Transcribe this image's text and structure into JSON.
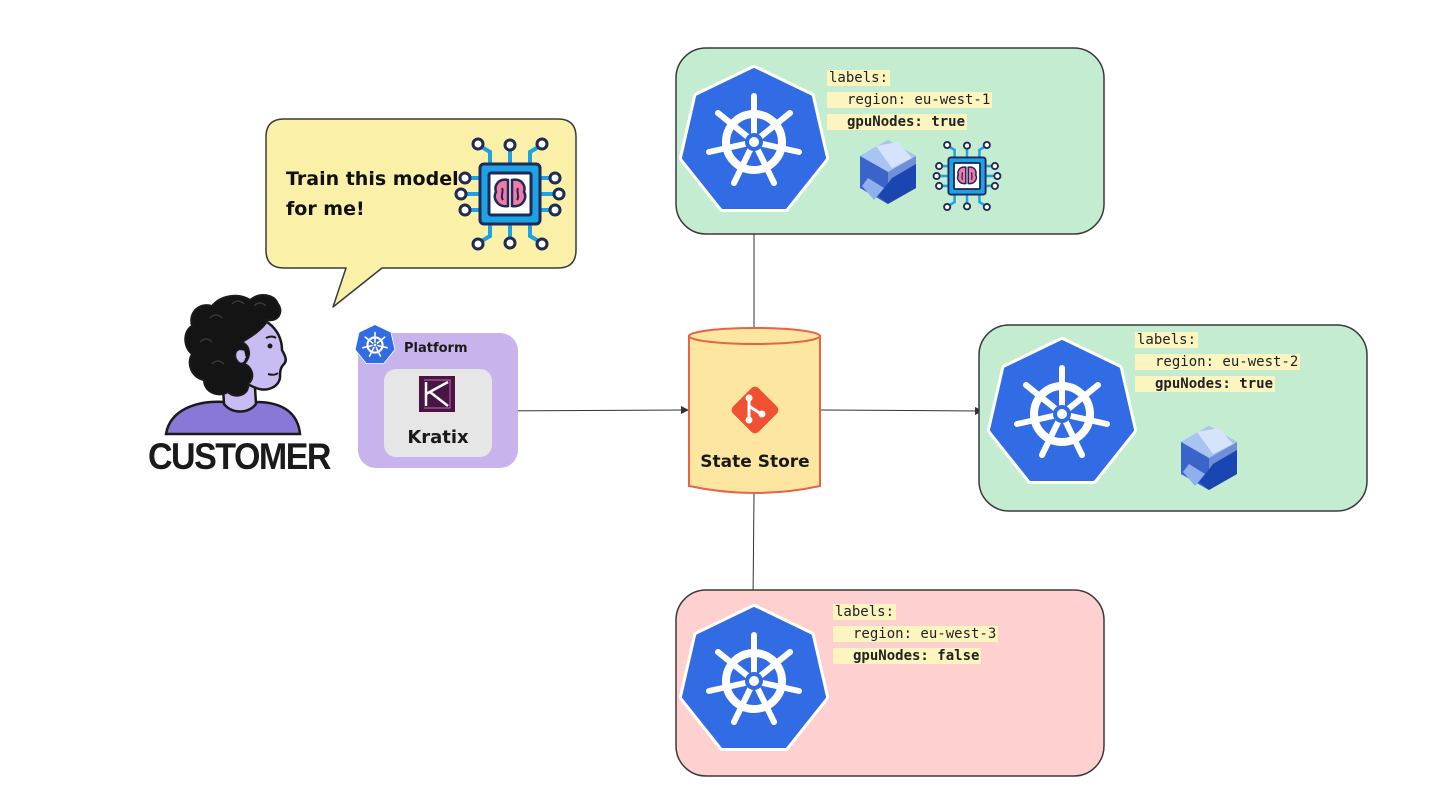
{
  "speech_bubble": {
    "lines": [
      "Train this model",
      "for me!"
    ]
  },
  "customer": {
    "label": "CUSTOMER"
  },
  "platform": {
    "label": "Platform",
    "tool_label": "Kratix"
  },
  "state_store": {
    "label": "State Store"
  },
  "clusters": [
    {
      "status": "match",
      "color": "#c4ecd0",
      "labels_key": "labels:",
      "region": "region: eu-west-1",
      "gpu_key": "gpuNodes:",
      "gpu_value": "true",
      "icons": [
        "kubernetes-icon",
        "kratix-cube-icon",
        "ai-chip-icon"
      ]
    },
    {
      "status": "match",
      "color": "#c4ecd0",
      "labels_key": "labels:",
      "region": "region: eu-west-2",
      "gpu_key": "gpuNodes:",
      "gpu_value": "true",
      "icons": [
        "kubernetes-icon",
        "kratix-cube-icon"
      ]
    },
    {
      "status": "no-match",
      "color": "#ffd0d0",
      "labels_key": "labels:",
      "region": "region: eu-west-3",
      "gpu_key": "gpuNodes:",
      "gpu_value": "false",
      "icons": [
        "kubernetes-icon"
      ]
    }
  ],
  "colors": {
    "kubernetes_blue": "#326ce5",
    "bubble_yellow": "#fbf0a8",
    "platform_purple": "#c8b4ec",
    "store_yellow": "#fde7a0",
    "store_border": "#e8634a",
    "git_orange": "#f05133",
    "chip_blue": "#1ea2e6"
  }
}
